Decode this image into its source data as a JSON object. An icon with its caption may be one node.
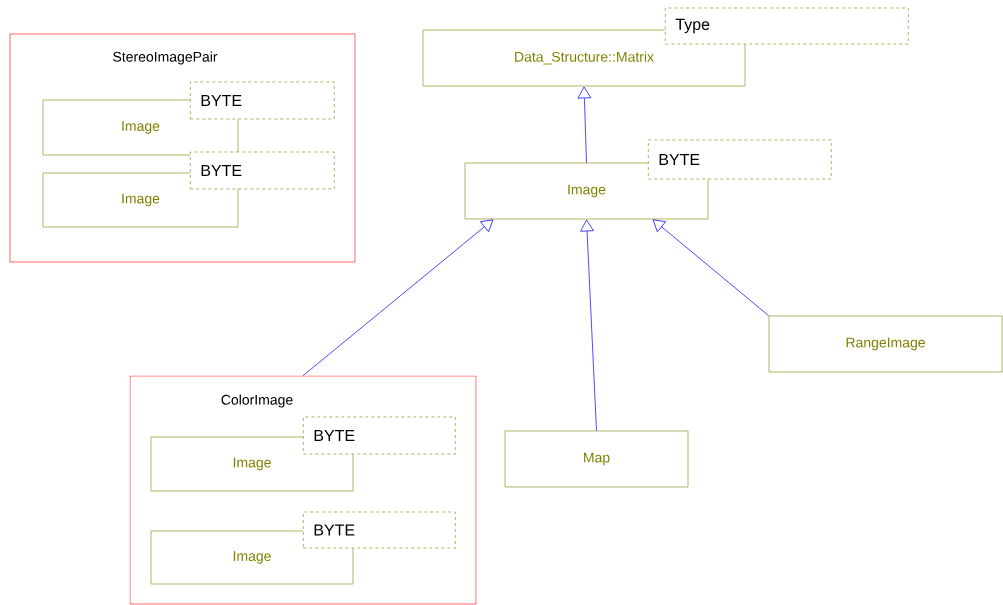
{
  "diagram": {
    "nodes": [
      {
        "text": [
          "StereoImagePair"
        ]
      },
      {
        "text": [
          "Image"
        ],
        "in": 0
      },
      {
        "text": [
          "BYTE"
        ],
        "in": 0
      },
      {
        "text": [
          "Image"
        ],
        "in": 0
      },
      {
        "text": [
          "BYTE"
        ],
        "in": 0
      },
      {
        "text": [
          "Data_Structure::Matrix"
        ]
      },
      {
        "text": [
          "Type"
        ]
      },
      {
        "text": [
          "Image"
        ]
      },
      {
        "text": [
          "BYTE"
        ]
      },
      {
        "text": [
          "RangeImage"
        ]
      },
      {
        "text": [
          "ColorImage"
        ]
      },
      {
        "text": [
          "Image"
        ],
        "in": 10
      },
      {
        "text": [
          "BYTE"
        ],
        "in": 10
      },
      {
        "text": [
          "Image"
        ],
        "in": 10
      },
      {
        "text": [
          "BYTE"
        ],
        "in": 10
      },
      {
        "text": [
          "Map"
        ]
      }
    ],
    "edges": [
      {
        "from": 7,
        "to": 5,
        "arrow": "to"
      },
      {
        "from": 10,
        "to": 7,
        "arrow": "to"
      },
      {
        "from": 15,
        "to": 7,
        "arrow": "to"
      },
      {
        "from": 9,
        "to": 7,
        "arrow": "to"
      }
    ]
  }
}
